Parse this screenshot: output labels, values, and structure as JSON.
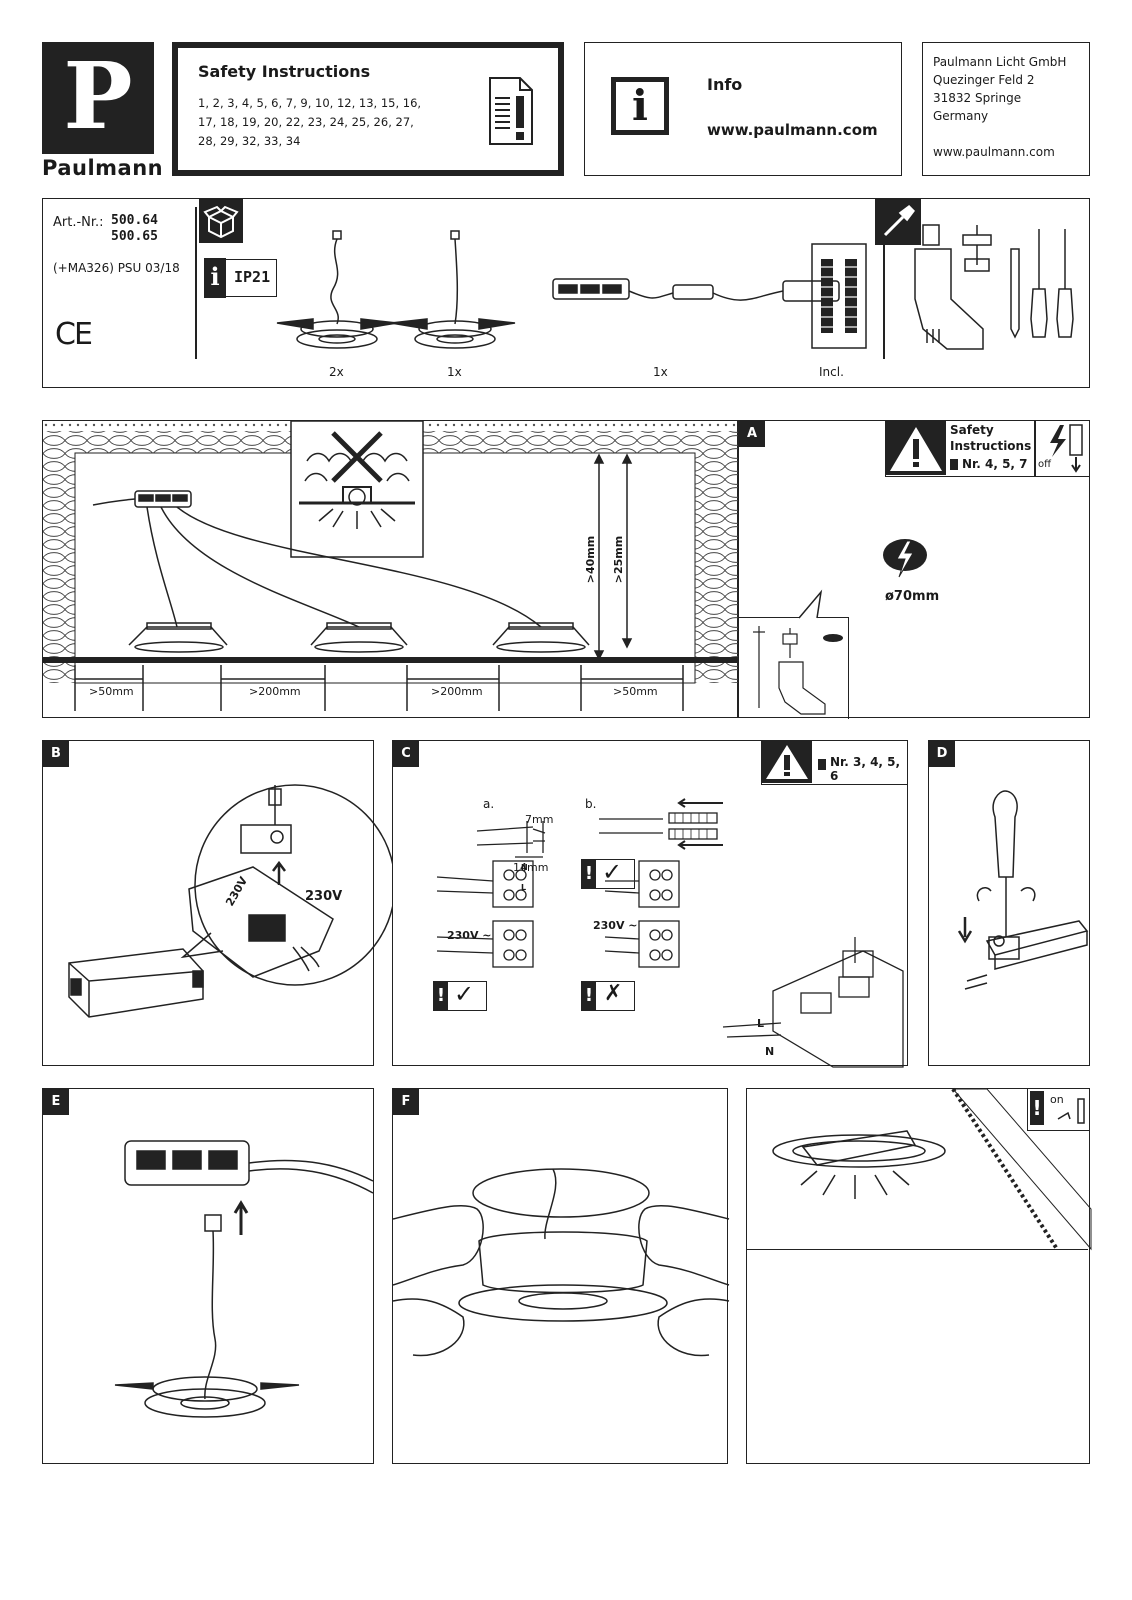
{
  "brand": {
    "letter": "P",
    "name": "Paulmann"
  },
  "safety": {
    "title": "Safety Instructions",
    "numbers_line1": "1, 2, 3, 4, 5, 6, 7, 9, 10, 12, 13, 15, 16,",
    "numbers_line2": "17, 18, 19, 20, 22, 23, 24, 25, 26, 27,",
    "numbers_line3": "28, 29, 32, 33, 34"
  },
  "info": {
    "title": "Info",
    "url": "www.paulmann.com"
  },
  "address": {
    "line1": "Paulmann Licht GmbH",
    "line2": "Quezinger Feld 2",
    "line3": "31832 Springe",
    "line4": "Germany",
    "url": "www.paulmann.com"
  },
  "product": {
    "art_label": "Art.-Nr.:",
    "art_no_1": "500.64",
    "art_no_2": "500.65",
    "psu_note": "(+MA326) PSU 03/18",
    "ip_rating": "IP21",
    "ce_mark": "CE",
    "qty_1": "2x",
    "qty_2": "1x",
    "qty_3": "1x",
    "qty_4": "Incl."
  },
  "diagram_main": {
    "dim_left": ">50mm",
    "dim_mid1": ">200mm",
    "dim_mid2": ">200mm",
    "dim_right": ">50mm",
    "dim_v1": ">40mm",
    "dim_v2": ">25mm"
  },
  "panel_a": {
    "label": "A",
    "safety_line1": "Safety",
    "safety_line2": "Instructions",
    "safety_nr": "Nr. 4, 5, 7",
    "off_label": "off",
    "hole_size": "ø70mm"
  },
  "panel_b": {
    "label": "B",
    "voltage_1": "230V",
    "voltage_2": "230V"
  },
  "panel_c": {
    "label": "C",
    "nr": "Nr. 3, 4, 5, 6",
    "sub_a": "a.",
    "sub_b": "b.",
    "strip_1": "7mm",
    "strip_2": "14mm",
    "volt_a": "230V ~",
    "volt_b": "230V ~",
    "wire_l": "L",
    "wire_n": "N",
    "term_n": "N",
    "term_l": "L"
  },
  "panel_d": {
    "label": "D"
  },
  "panel_e": {
    "label": "E"
  },
  "panel_f": {
    "label": "F"
  },
  "panel_g": {
    "on_label": "on"
  }
}
